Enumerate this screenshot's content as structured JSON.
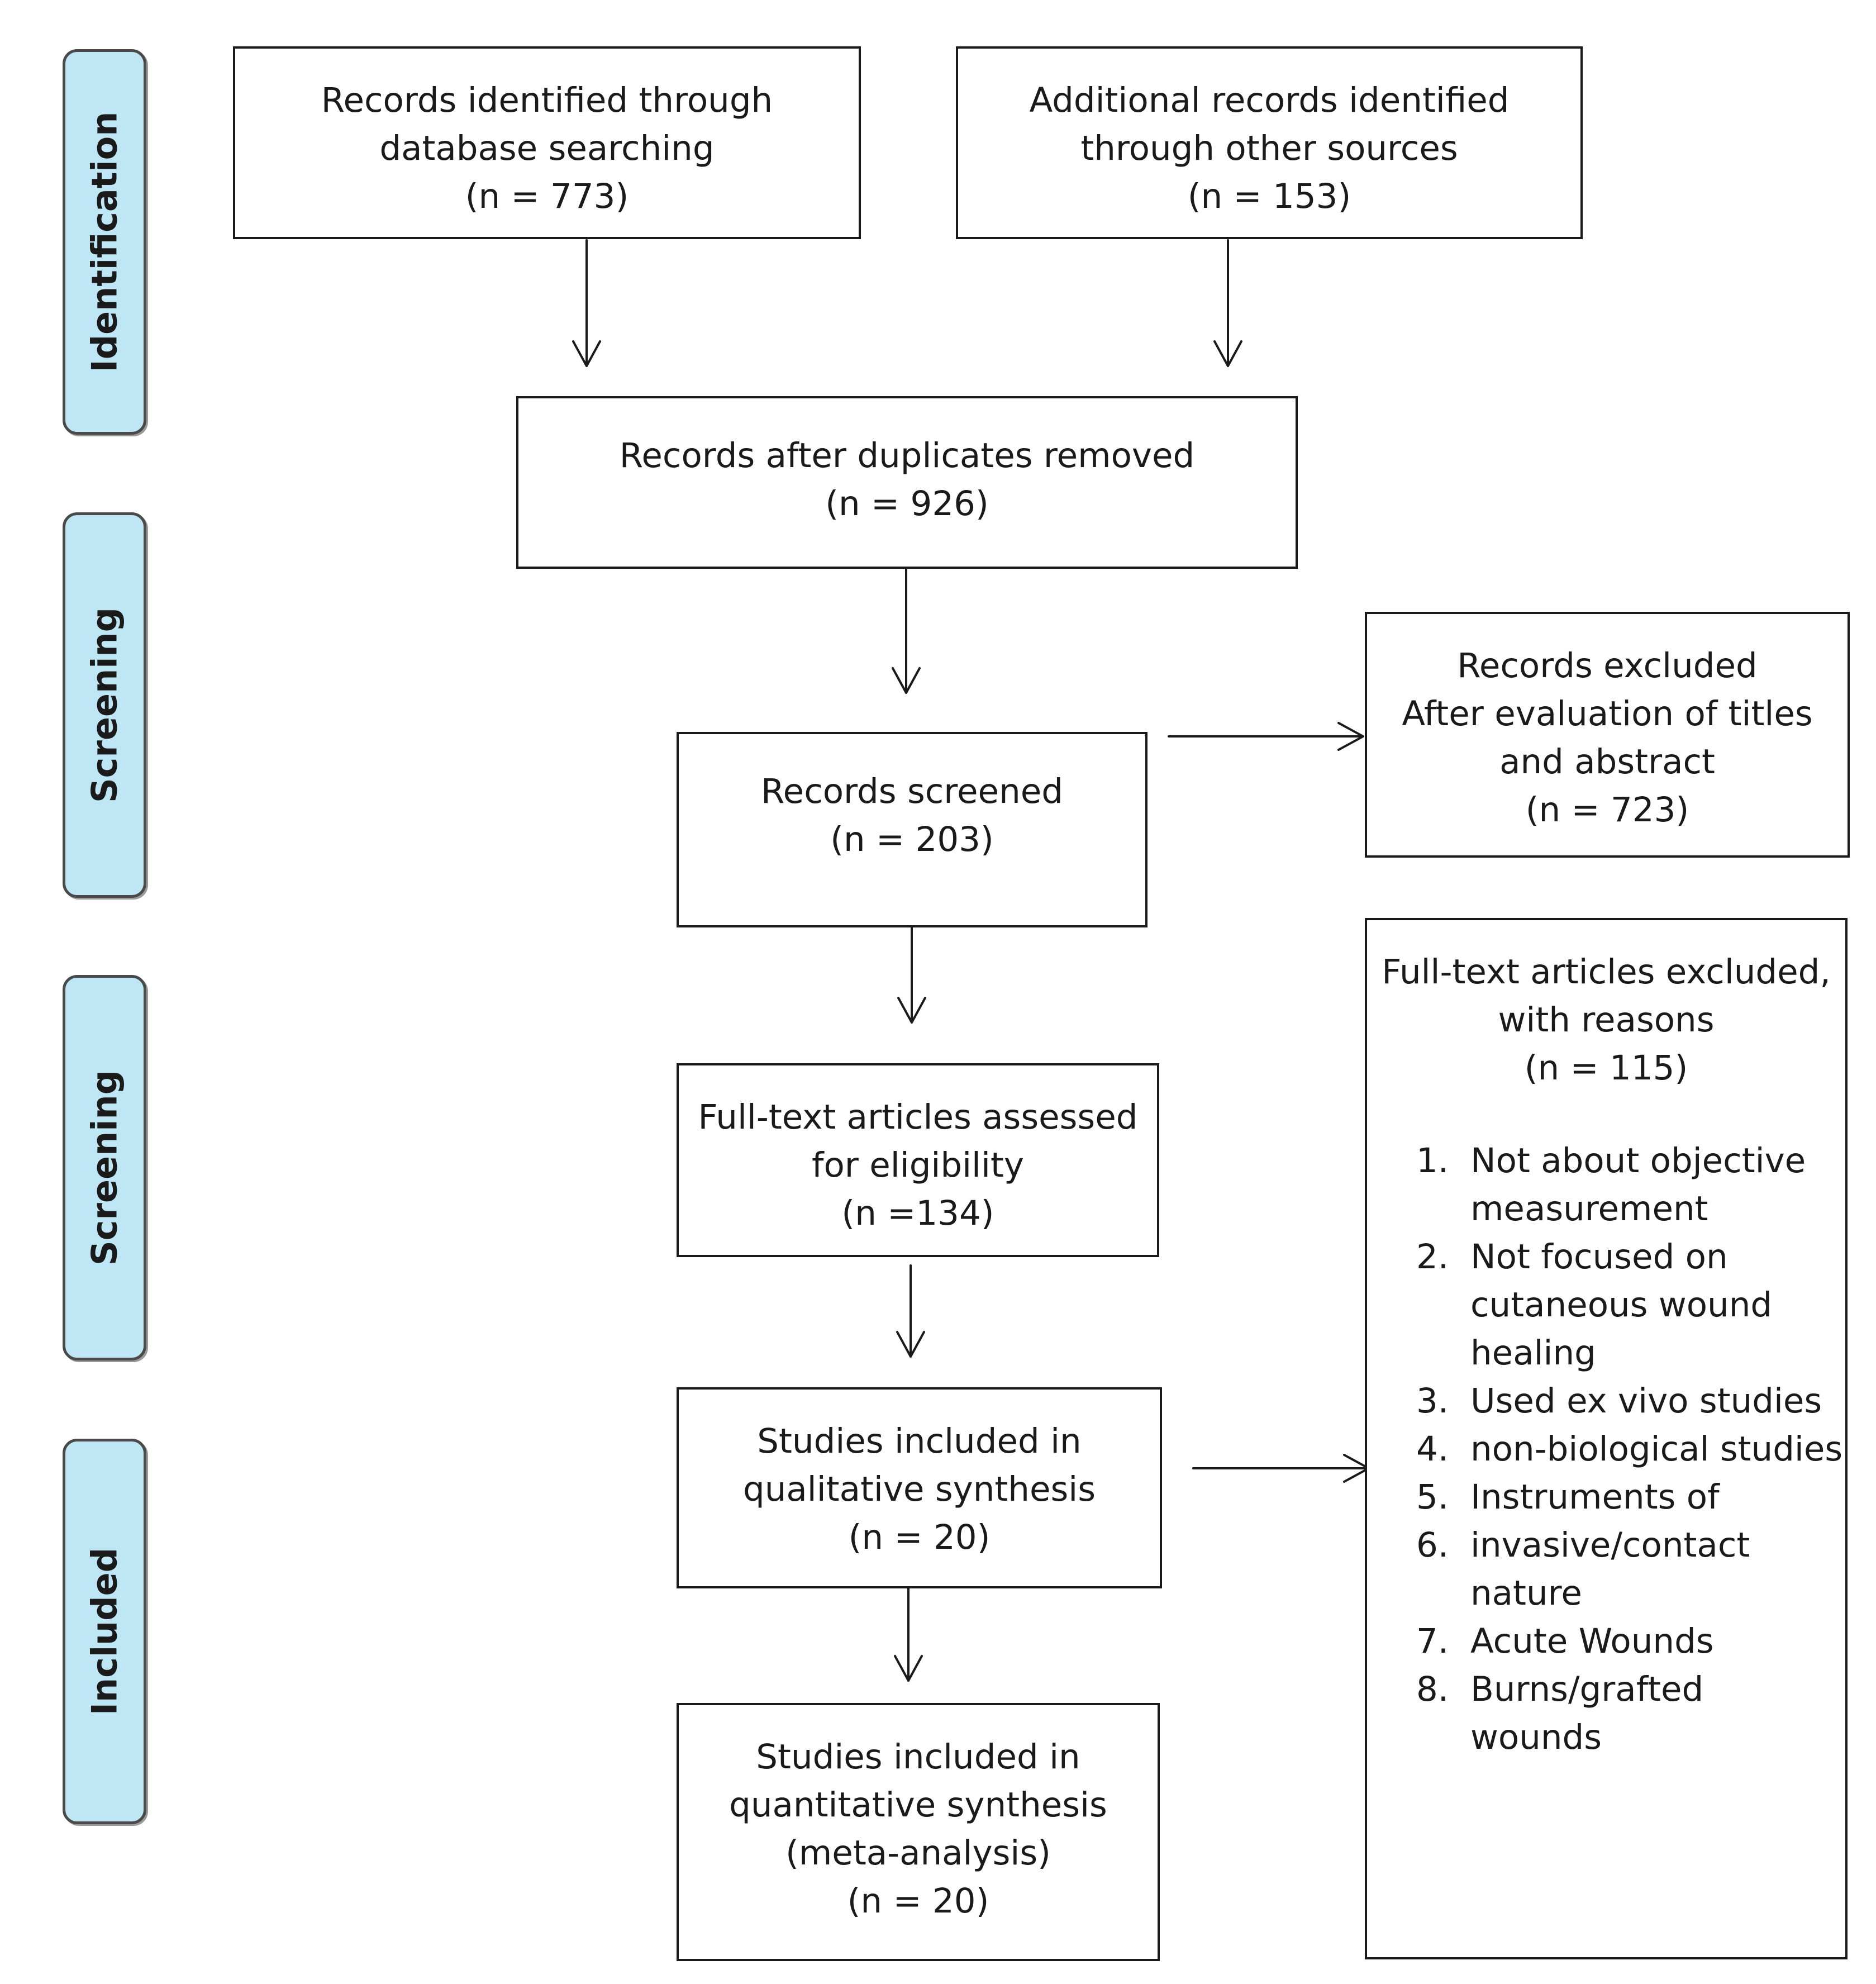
{
  "stages": [
    {
      "label": "Identification"
    },
    {
      "label": "Screening"
    },
    {
      "label": "Screening"
    },
    {
      "label": "Included"
    }
  ],
  "boxes": {
    "database": {
      "lines": [
        "Records identified through",
        "database searching",
        "(n = 773)"
      ]
    },
    "other_sources": {
      "lines": [
        "Additional records identified",
        "through other sources",
        "(n = 153)"
      ]
    },
    "after_duplicates": {
      "lines": [
        "Records after duplicates removed",
        "(n = 926)"
      ]
    },
    "screened": {
      "lines": [
        "Records screened",
        "(n = 203)"
      ]
    },
    "excluded": {
      "lines": [
        "Records excluded",
        "After evaluation of titles",
        "and abstract",
        "(n = 723)"
      ]
    },
    "full_text": {
      "lines": [
        "Full-text articles assessed",
        "for eligibility",
        "(n =134)"
      ]
    },
    "qualitative": {
      "lines": [
        "Studies included in",
        "qualitative synthesis",
        "(n = 20)"
      ]
    },
    "quantitative": {
      "lines": [
        "Studies included in",
        "quantitative synthesis",
        "(meta-analysis)",
        "(n = 20)"
      ]
    },
    "full_text_excluded": {
      "lines": [
        "Full-text articles excluded,",
        "with reasons",
        "(n = 115)"
      ],
      "reasons": [
        {
          "num": "1.",
          "lines": [
            "Not about objective",
            "measurement"
          ]
        },
        {
          "num": "2.",
          "lines": [
            "Not focused on",
            "cutaneous wound",
            "healing"
          ]
        },
        {
          "num": "3.",
          "lines": [
            "Used ex vivo studies"
          ]
        },
        {
          "num": "4.",
          "lines": [
            "non-biological studies"
          ]
        },
        {
          "num": "5.",
          "lines": [
            "Instruments of"
          ]
        },
        {
          "num": "6.",
          "lines": [
            "invasive/contact",
            "nature"
          ]
        },
        {
          "num": "7.",
          "lines": [
            "Acute Wounds"
          ]
        },
        {
          "num": "8.",
          "lines": [
            "Burns/grafted",
            "wounds"
          ]
        }
      ]
    }
  }
}
